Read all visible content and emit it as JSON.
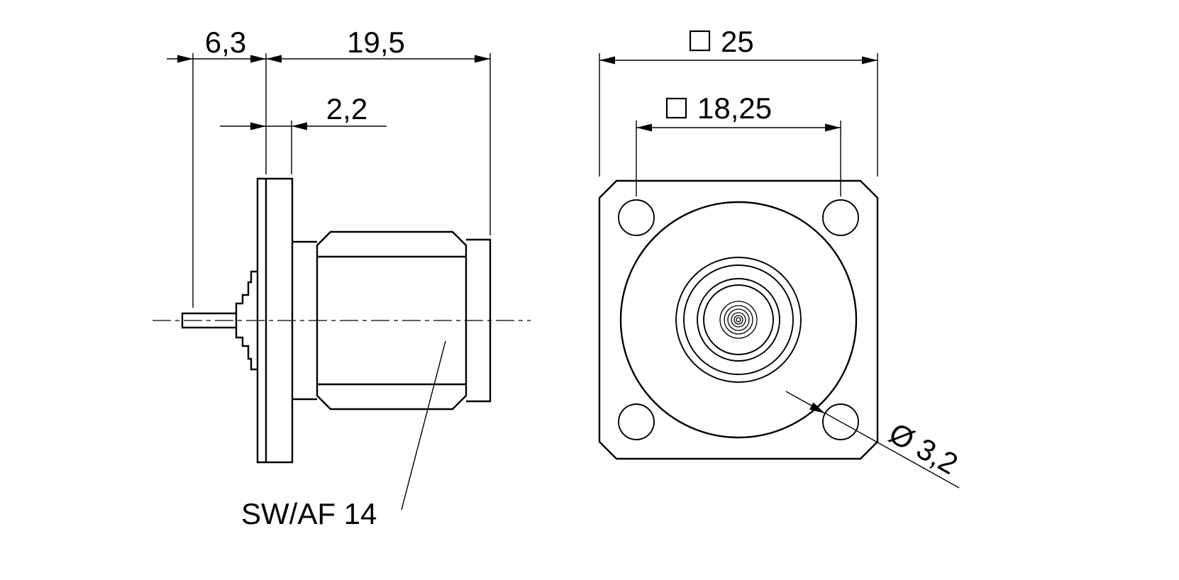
{
  "drawing_type": "technical-dimension-drawing",
  "colors": {
    "line": "#000000",
    "background": "#ffffff"
  },
  "side_view": {
    "dims": {
      "offset": "6,3",
      "length": "19,5",
      "flange_thickness": "2,2"
    },
    "labels": {
      "hex_wrench_size": "SW/AF 14"
    }
  },
  "front_view": {
    "dims": {
      "flange_square": "25",
      "hole_spacing_square": "18,25",
      "hole_diameter": "Ø 3,2"
    },
    "symbols": {
      "square": "□",
      "diameter": "Ø"
    }
  }
}
